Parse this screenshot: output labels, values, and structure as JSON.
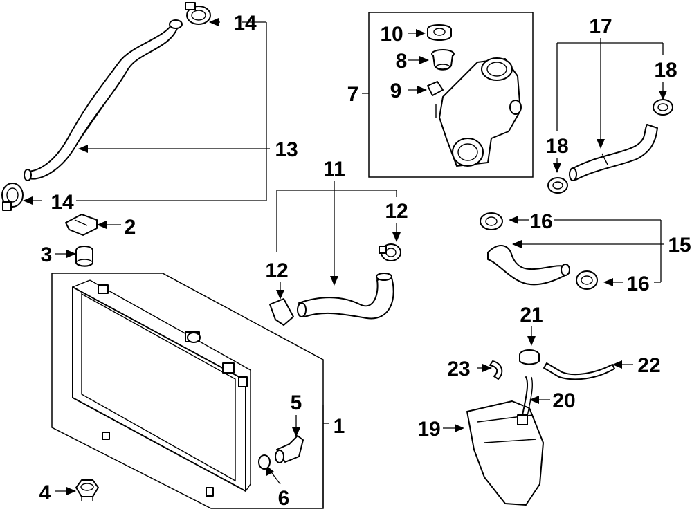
{
  "diagram": {
    "callouts": {
      "c1": "1",
      "c2": "2",
      "c3": "3",
      "c4": "4",
      "c5": "5",
      "c6": "6",
      "c7": "7",
      "c8": "8",
      "c9": "9",
      "c10": "10",
      "c11": "11",
      "c12a": "12",
      "c12b": "12",
      "c13": "13",
      "c14a": "14",
      "c14b": "14",
      "c15": "15",
      "c16a": "16",
      "c16b": "16",
      "c17": "17",
      "c18a": "18",
      "c18b": "18",
      "c19": "19",
      "c20": "20",
      "c21": "21",
      "c22": "22",
      "c23": "23"
    }
  }
}
